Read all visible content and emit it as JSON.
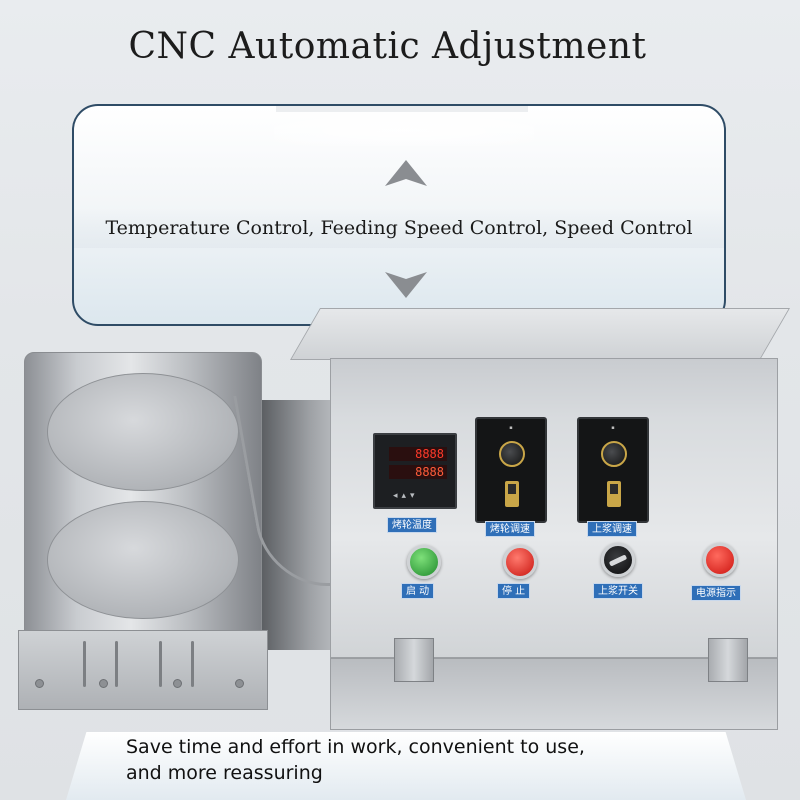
{
  "title": "CNC Automatic Adjustment",
  "panel": {
    "text": "Temperature Control, Feeding Speed Control, Speed Control"
  },
  "controls": {
    "temp_display_1": "8888",
    "temp_display_2": "8888",
    "labels": {
      "temp": "烤轮温度",
      "roller_speed": "烤轮调速",
      "feed_speed": "上浆调速",
      "start": "启 动",
      "stop": "停 止",
      "feed_switch": "上浆开关",
      "power": "电源指示"
    }
  },
  "banner": {
    "line1": "Save time and effort in work, convenient to use,",
    "line2": "and more reassuring"
  },
  "colors": {
    "panel_border": "#2f4c66",
    "tag_blue": "#2f6fb8",
    "start_green": "#1f8a2c",
    "stop_red": "#c8140f"
  }
}
